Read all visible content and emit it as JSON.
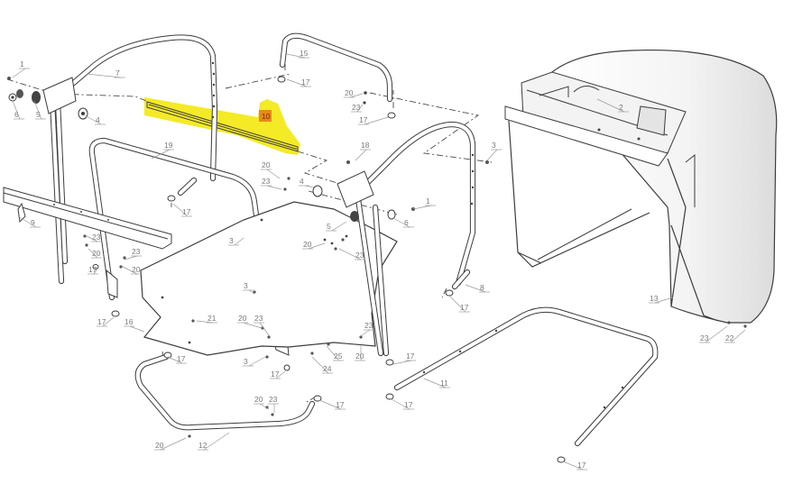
{
  "diagram": {
    "highlight_color": "#f2e600",
    "highlight_label_color": "#e8881c",
    "callouts": [
      {
        "id": "c1",
        "text": "1"
      },
      {
        "id": "c5a",
        "text": "5"
      },
      {
        "id": "c6a",
        "text": "6"
      },
      {
        "id": "c7",
        "text": "7"
      },
      {
        "id": "c4a",
        "text": "4"
      },
      {
        "id": "c15",
        "text": "15"
      },
      {
        "id": "c17a",
        "text": "17"
      },
      {
        "id": "c20a",
        "text": "20"
      },
      {
        "id": "c23a",
        "text": "23"
      },
      {
        "id": "c17b",
        "text": "17"
      },
      {
        "id": "c2",
        "text": "2"
      },
      {
        "id": "c10",
        "text": "10"
      },
      {
        "id": "c3a",
        "text": "3"
      },
      {
        "id": "c19",
        "text": "19"
      },
      {
        "id": "c18",
        "text": "18"
      },
      {
        "id": "c20b",
        "text": "20"
      },
      {
        "id": "c23b",
        "text": "23"
      },
      {
        "id": "c4b",
        "text": "4"
      },
      {
        "id": "c1b",
        "text": "1"
      },
      {
        "id": "c9",
        "text": "9"
      },
      {
        "id": "c17c",
        "text": "17"
      },
      {
        "id": "c5b",
        "text": "5"
      },
      {
        "id": "c6b",
        "text": "6"
      },
      {
        "id": "c23c",
        "text": "23"
      },
      {
        "id": "c20c",
        "text": "20"
      },
      {
        "id": "c3b",
        "text": "3"
      },
      {
        "id": "c23d",
        "text": "23"
      },
      {
        "id": "c20d",
        "text": "20"
      },
      {
        "id": "c20e",
        "text": "20"
      },
      {
        "id": "c23e",
        "text": "23"
      },
      {
        "id": "c17d",
        "text": "17"
      },
      {
        "id": "c8",
        "text": "8"
      },
      {
        "id": "c17e",
        "text": "17"
      },
      {
        "id": "c3c",
        "text": "3"
      },
      {
        "id": "c13",
        "text": "13"
      },
      {
        "id": "c17f",
        "text": "17"
      },
      {
        "id": "c16",
        "text": "16"
      },
      {
        "id": "c21",
        "text": "21"
      },
      {
        "id": "c20f",
        "text": "20"
      },
      {
        "id": "c23f",
        "text": "23"
      },
      {
        "id": "c23g",
        "text": "23"
      },
      {
        "id": "c25",
        "text": "25"
      },
      {
        "id": "c20g",
        "text": "20"
      },
      {
        "id": "c23h",
        "text": "23"
      },
      {
        "id": "c22",
        "text": "22"
      },
      {
        "id": "c17g",
        "text": "17"
      },
      {
        "id": "c3d",
        "text": "3"
      },
      {
        "id": "c17h",
        "text": "17"
      },
      {
        "id": "c24",
        "text": "24"
      },
      {
        "id": "c17i",
        "text": "17"
      },
      {
        "id": "c11",
        "text": "11"
      },
      {
        "id": "c20h",
        "text": "20"
      },
      {
        "id": "c23i",
        "text": "23"
      },
      {
        "id": "c17j",
        "text": "17"
      },
      {
        "id": "c17k",
        "text": "17"
      },
      {
        "id": "c20i",
        "text": "20"
      },
      {
        "id": "c12",
        "text": "12"
      },
      {
        "id": "c17l",
        "text": "17"
      }
    ]
  }
}
